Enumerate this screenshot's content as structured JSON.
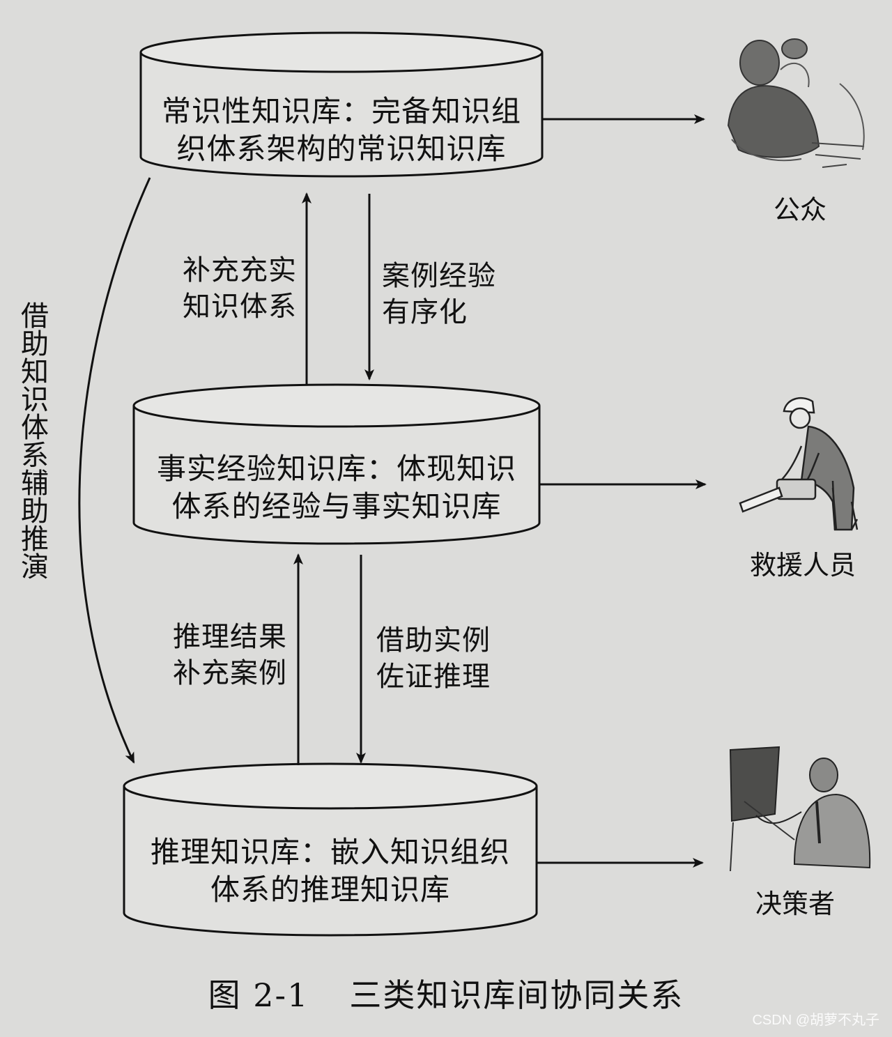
{
  "databases": {
    "common": {
      "lines": [
        "常识性知识库：完备知识组",
        "织体系架构的常识知识库"
      ]
    },
    "fact": {
      "lines": [
        "事实经验知识库：体现知识",
        "体系的经验与事实知识库"
      ]
    },
    "reasoning": {
      "lines": [
        "推理知识库：嵌入知识组织",
        "体系的推理知识库"
      ]
    }
  },
  "edge_labels": {
    "supplement_knowledge": [
      "补充充实",
      "知识体系"
    ],
    "case_experience": [
      "案例经验",
      "有序化"
    ],
    "reasoning_result": [
      "推理结果",
      "补充案例"
    ],
    "instance_evidence": [
      "借助实例",
      "佐证推理"
    ],
    "side_vertical": "借助知识体系辅助推演"
  },
  "actors": {
    "public": "公众",
    "rescuers": "救援人员",
    "decision_makers": "决策者"
  },
  "caption": {
    "number": "图 2-1",
    "title": "三类知识库间协同关系"
  },
  "watermark": "CSDN @胡萝不丸子",
  "colors": {
    "background": "#dcdcda",
    "ink": "#111111"
  }
}
